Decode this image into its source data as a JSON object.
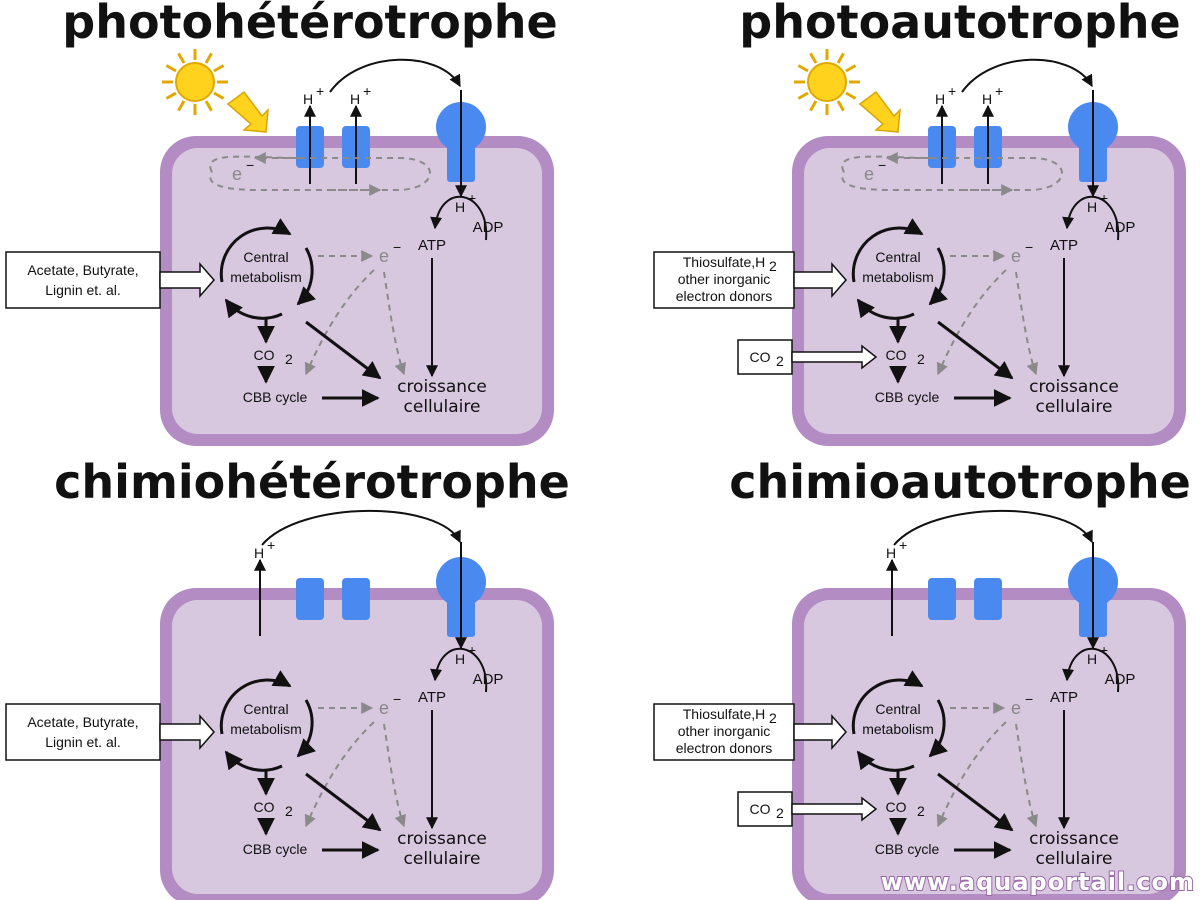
{
  "panels": [
    {
      "id": "photoheterotrophe",
      "title": "photohétérotrophe",
      "light": true,
      "co2_input": false,
      "inputs": [
        "Acetate, Butyrate,",
        "Lignin et. al."
      ],
      "e_loop": "e",
      "hplus_left": [
        "H",
        "H"
      ],
      "hplus_inner": "H",
      "atp": "ATP",
      "adp": "ADP",
      "central": [
        "Central",
        "metabolism"
      ],
      "e_right": "e",
      "co2": "CO",
      "cbb": "CBB cycle",
      "growth": [
        "croissance",
        "cellulaire"
      ]
    },
    {
      "id": "photoautotrophe",
      "title": "photoautotrophe",
      "light": true,
      "co2_input": true,
      "co2_input_label": "CO",
      "inputs": [
        "Thiosulfate,H",
        "other inorganic",
        "electron donors"
      ],
      "e_loop": "e",
      "hplus_left": [
        "H",
        "H"
      ],
      "hplus_inner": "H",
      "atp": "ATP",
      "adp": "ADP",
      "central": [
        "Central",
        "metabolism"
      ],
      "e_right": "e",
      "co2": "CO",
      "cbb": "CBB cycle",
      "growth": [
        "croissance",
        "cellulaire"
      ]
    },
    {
      "id": "chimioheterotrophe",
      "title": "chimiohétérotrophe",
      "light": false,
      "co2_input": false,
      "inputs": [
        "Acetate, Butyrate,",
        "Lignin et. al."
      ],
      "hplus_left": [
        "H"
      ],
      "hplus_inner": "H",
      "atp": "ATP",
      "adp": "ADP",
      "central": [
        "Central",
        "metabolism"
      ],
      "e_right": "e",
      "co2": "CO",
      "cbb": "CBB cycle",
      "growth": [
        "croissance",
        "cellulaire"
      ]
    },
    {
      "id": "chimioautotrophe",
      "title": "chimioautotrophe",
      "light": false,
      "co2_input": true,
      "co2_input_label": "CO",
      "inputs": [
        "Thiosulfate,H",
        "other inorganic",
        "electron donors"
      ],
      "hplus_left": [
        "H"
      ],
      "hplus_inner": "H",
      "atp": "ATP",
      "adp": "ADP",
      "central": [
        "Central",
        "metabolism"
      ],
      "e_right": "e",
      "co2": "CO",
      "cbb": "CBB cycle",
      "growth": [
        "croissance",
        "cellulaire"
      ]
    }
  ],
  "watermark": "www.aquaportail.com",
  "colors": {
    "cell_outer": "#b48cc4",
    "cell_inner": "#d7c8e0",
    "protein_blue": "#4a8af0",
    "sun": "#ffd21e",
    "sun_arrow": "#ffd21e",
    "dashed_grey": "#8a8a8a"
  }
}
